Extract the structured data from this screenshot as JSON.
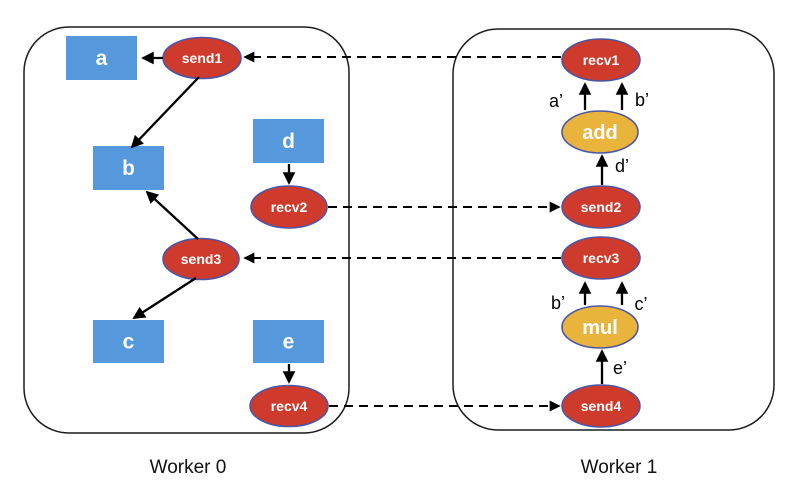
{
  "diagram": {
    "workers": [
      {
        "id": "worker0",
        "label": "Worker 0"
      },
      {
        "id": "worker1",
        "label": "Worker 1"
      }
    ],
    "colors": {
      "tensor_blue": "#5598DB",
      "comm_red": "#CE3A2B",
      "op_gold": "#E8B43C",
      "node_stroke": "#4C56A8",
      "edge_black": "#000000"
    },
    "nodes": [
      {
        "id": "a",
        "label": "a",
        "kind": "tensor",
        "worker": "worker0"
      },
      {
        "id": "b",
        "label": "b",
        "kind": "tensor",
        "worker": "worker0"
      },
      {
        "id": "c",
        "label": "c",
        "kind": "tensor",
        "worker": "worker0"
      },
      {
        "id": "d",
        "label": "d",
        "kind": "tensor",
        "worker": "worker0"
      },
      {
        "id": "e",
        "label": "e",
        "kind": "tensor",
        "worker": "worker0"
      },
      {
        "id": "send1",
        "label": "send1",
        "kind": "comm",
        "worker": "worker0"
      },
      {
        "id": "recv2",
        "label": "recv2",
        "kind": "comm",
        "worker": "worker0"
      },
      {
        "id": "send3",
        "label": "send3",
        "kind": "comm",
        "worker": "worker0"
      },
      {
        "id": "recv4",
        "label": "recv4",
        "kind": "comm",
        "worker": "worker0"
      },
      {
        "id": "recv1",
        "label": "recv1",
        "kind": "comm",
        "worker": "worker1"
      },
      {
        "id": "add",
        "label": "add",
        "kind": "op",
        "worker": "worker1"
      },
      {
        "id": "send2",
        "label": "send2",
        "kind": "comm",
        "worker": "worker1"
      },
      {
        "id": "recv3",
        "label": "recv3",
        "kind": "comm",
        "worker": "worker1"
      },
      {
        "id": "mul",
        "label": "mul",
        "kind": "op",
        "worker": "worker1"
      },
      {
        "id": "send4",
        "label": "send4",
        "kind": "comm",
        "worker": "worker1"
      }
    ],
    "edges": [
      {
        "from": "send1",
        "to": "a",
        "style": "solid",
        "label": ""
      },
      {
        "from": "send1",
        "to": "b",
        "style": "solid",
        "label": ""
      },
      {
        "from": "d",
        "to": "recv2",
        "style": "solid",
        "label": ""
      },
      {
        "from": "send3",
        "to": "b",
        "style": "solid",
        "label": ""
      },
      {
        "from": "send3",
        "to": "c",
        "style": "solid",
        "label": ""
      },
      {
        "from": "e",
        "to": "recv4",
        "style": "solid",
        "label": ""
      },
      {
        "from": "add",
        "to": "recv1",
        "style": "solid",
        "label": "a’"
      },
      {
        "from": "add",
        "to": "recv1",
        "style": "solid",
        "label": "b’"
      },
      {
        "from": "send2",
        "to": "add",
        "style": "solid",
        "label": "d’"
      },
      {
        "from": "mul",
        "to": "recv3",
        "style": "solid",
        "label": "b’"
      },
      {
        "from": "mul",
        "to": "recv3",
        "style": "solid",
        "label": "c’"
      },
      {
        "from": "send4",
        "to": "mul",
        "style": "solid",
        "label": "e’"
      },
      {
        "from": "recv1",
        "to": "send1",
        "style": "dashed",
        "label": ""
      },
      {
        "from": "recv2",
        "to": "send2",
        "style": "dashed",
        "label": ""
      },
      {
        "from": "recv3",
        "to": "send3",
        "style": "dashed",
        "label": ""
      },
      {
        "from": "recv4",
        "to": "send4",
        "style": "dashed",
        "label": ""
      }
    ]
  }
}
